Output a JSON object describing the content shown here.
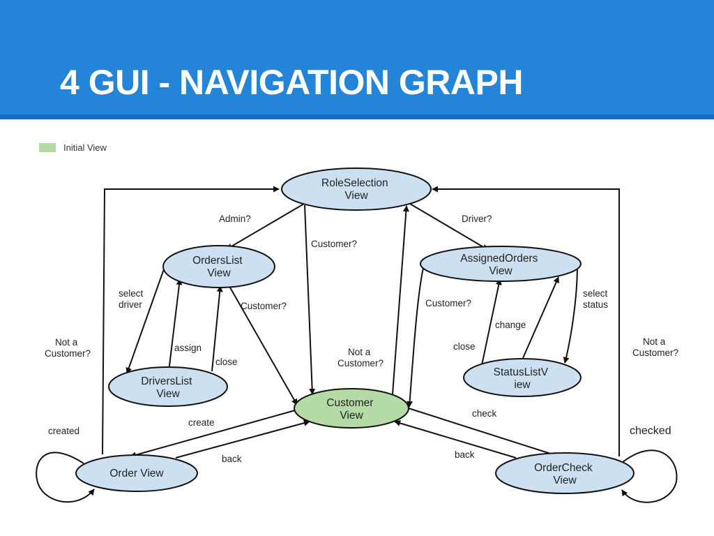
{
  "slide": {
    "title": "4 GUI - NAVIGATION GRAPH"
  },
  "legend": {
    "label": "Initial View",
    "color": "#b4dba5"
  },
  "colors": {
    "node_fill": "#cde0f1",
    "initial_fill": "#b4dba5",
    "stroke": "#111111",
    "header": "#2484d8"
  },
  "nodes": {
    "role_selection": {
      "lines": [
        "RoleSelection",
        "View"
      ]
    },
    "orders_list": {
      "lines": [
        "OrdersList",
        "View"
      ]
    },
    "assigned_orders": {
      "lines": [
        "AssignedOrders",
        "View"
      ]
    },
    "drivers_list": {
      "lines": [
        "DriversList",
        "View"
      ]
    },
    "customer": {
      "lines": [
        "Customer",
        "View"
      ]
    },
    "status_list": {
      "lines": [
        "StatusListV",
        "iew"
      ]
    },
    "order": {
      "lines": [
        "Order View"
      ]
    },
    "order_check": {
      "lines": [
        "OrderCheck",
        "View"
      ]
    }
  },
  "edge_labels": {
    "admin": [
      "Admin?"
    ],
    "driver": [
      "Driver?"
    ],
    "customer_from_role": [
      "Customer?"
    ],
    "customer_from_orders": [
      "Customer?"
    ],
    "customer_from_assigned": [
      "Customer?"
    ],
    "select_driver": [
      "select",
      "driver"
    ],
    "assign": [
      "assign"
    ],
    "close_drivers": [
      "close"
    ],
    "select_status": [
      "select",
      "status"
    ],
    "change": [
      "change"
    ],
    "close_status": [
      "close"
    ],
    "not_customer_left": [
      "Not a",
      "Customer?"
    ],
    "not_customer_center": [
      "Not a",
      "Customer?"
    ],
    "not_customer_right": [
      "Not a",
      "Customer?"
    ],
    "create": [
      "create"
    ],
    "back_left": [
      "back"
    ],
    "check": [
      "check"
    ],
    "back_right": [
      "back"
    ],
    "created": [
      "created"
    ],
    "checked": [
      "checked"
    ]
  }
}
